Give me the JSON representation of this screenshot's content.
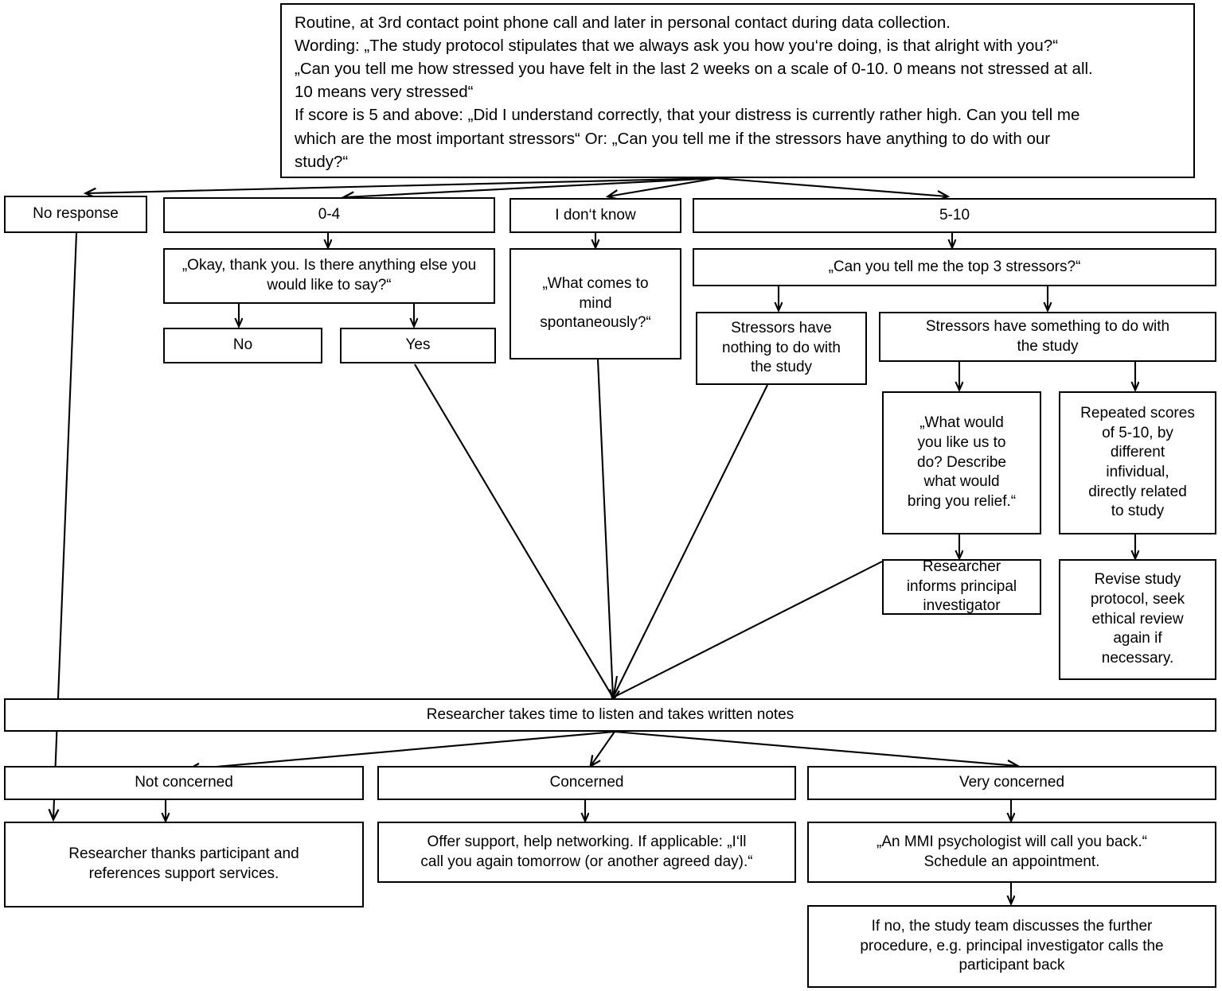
{
  "diagram": {
    "title": "Distress screening decision flowchart",
    "line_color": "#000000",
    "box_border_color": "#000000",
    "background": "#ffffff",
    "nodes": {
      "intro": "Routine, at 3rd contact point phone call and later in personal contact during data collection.\nWording: „The study protocol stipulates that we always ask you how you‘re doing, is that alright with you?“\n„Can you tell me how stressed you have felt in the last 2 weeks on a scale of 0-10. 0 means not stressed at all.\n10 means very stressed“\n If score is 5 and above: „Did I understand correctly, that your distress is currently rather high. Can you tell me\nwhich are the most important stressors“ Or: „Can you tell me if the stressors have anything to do with our\nstudy?“",
      "no_response": "No response",
      "score_0_4": "0-4",
      "i_dont_know": "I don‘t know",
      "score_5_10": "5-10",
      "okay_thank_you": "„Okay, thank you. Is there anything else you would like to say?“",
      "what_comes_to_mind": "„What comes to\nmind\nspontaneously?“",
      "top_3_stressors": "„Can you tell me the top 3 stressors?“",
      "answer_no": "No",
      "answer_yes": "Yes",
      "stressors_nothing": "Stressors have\nnothing to do with\nthe study",
      "stressors_something": "Stressors have something to do with\nthe study",
      "what_would_you_like": "„What would\nyou like us to\ndo? Describe\nwhat would\nbring you relief.“",
      "repeated_scores": "Repeated scores\nof 5-10, by\ndifferent\ninfividual,\ndirectly related\nto study",
      "researcher_informs_pi": "Researcher\ninforms principal\ninvestigator",
      "revise_protocol": "Revise study\nprotocol, seek\nethical review\nagain if\nnecessary.",
      "researcher_listens": "Researcher takes time to listen and takes written notes",
      "not_concerned": "Not concerned",
      "concerned": "Concerned",
      "very_concerned": "Very concerned",
      "researcher_thanks": "Researcher thanks participant and\nreferences support services.",
      "offer_support": "Offer support, help networking. If applicable: „I‘ll\ncall you again tomorrow (or another agreed day).“",
      "mmi_psychologist": "„An MMI psychologist will call you back.“\nSchedule an appointment.",
      "if_no_study_team": "If no, the study team discusses the further\nprocedure, e.g. principal investigator calls the\nparticipant back"
    }
  }
}
